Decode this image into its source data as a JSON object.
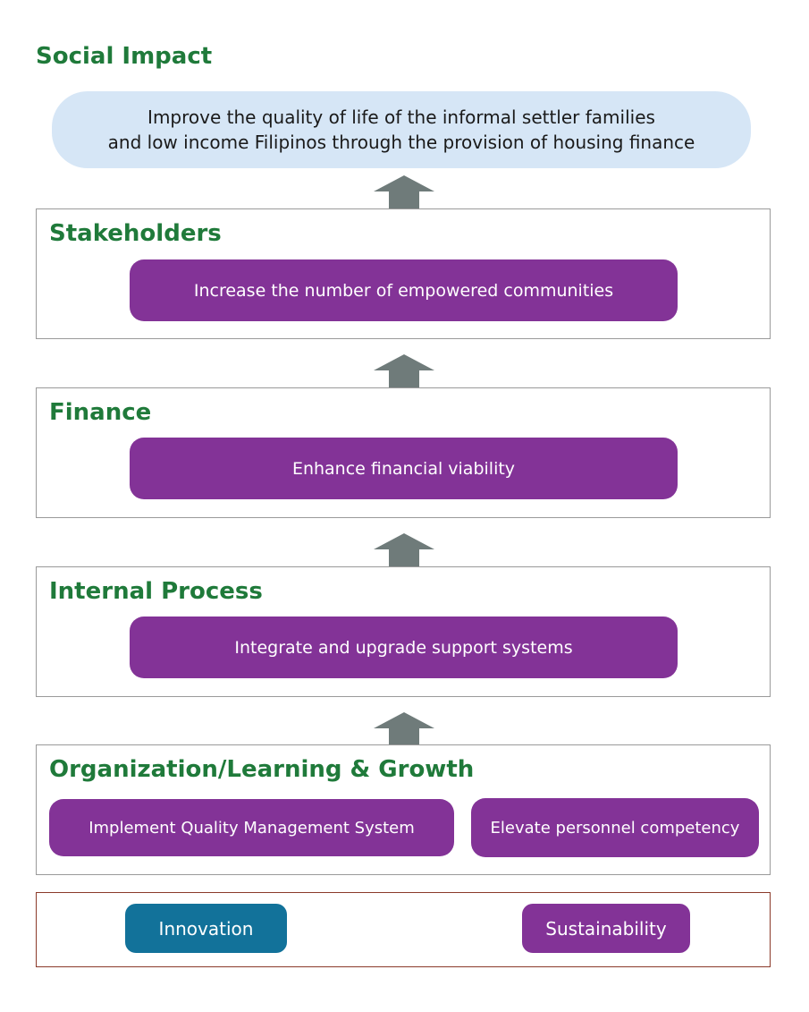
{
  "social_impact": {
    "heading": "Social Impact",
    "goal_lines": [
      "Improve the quality of life of the informal settler families",
      "and low income Filipinos through the provision of housing finance"
    ]
  },
  "stakeholders": {
    "heading": "Stakeholders",
    "objectives": [
      "Increase the number of empowered communities"
    ]
  },
  "finance": {
    "heading": "Finance",
    "objectives": [
      "Enhance financial viability"
    ]
  },
  "internal_process": {
    "heading": "Internal Process",
    "objectives": [
      "Integrate and upgrade support systems"
    ]
  },
  "organization": {
    "heading": "Organization/Learning & Growth",
    "objectives": [
      "Implement Quality Management System",
      "Elevate personnel competency"
    ]
  },
  "foundation": {
    "items": [
      "Innovation",
      "Sustainability"
    ]
  },
  "colors": {
    "heading_green": "#1f7a3a",
    "objective_purple": "#833397",
    "innovation_blue": "#12729a",
    "goal_blue": "#d6e6f6",
    "arrow_gray": "#6f7b7a",
    "foundation_border": "#8b3a2a"
  }
}
